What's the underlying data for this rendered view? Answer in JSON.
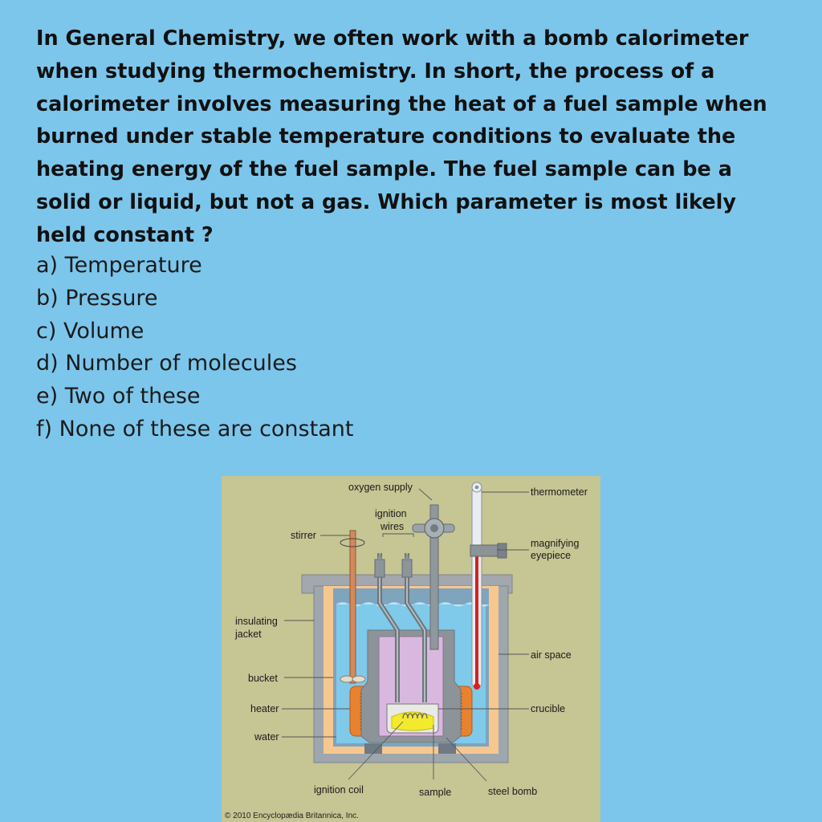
{
  "question": "In General Chemistry, we often work with a bomb calorimeter when studying thermochemistry. In short, the process of a calorimeter involves measuring the heat of a fuel sample when burned under stable temperature conditions to evaluate the heating energy of the fuel sample. The fuel sample can be a solid or liquid, but not a gas. Which parameter is most likely held constant ?",
  "options": [
    "a) Temperature",
    "b) Pressure",
    "c) Volume",
    "d) Number of molecules",
    "e) Two of these",
    "f) None of these are constant"
  ],
  "diagram": {
    "labels": {
      "oxygen_supply": "oxygen supply",
      "ignition_wires_1": "ignition",
      "ignition_wires_2": "wires",
      "thermometer": "thermometer",
      "stirrer": "stirrer",
      "magnifying_eyepiece_1": "magnifying",
      "magnifying_eyepiece_2": "eyepiece",
      "insulating_jacket_1": "insulating",
      "insulating_jacket_2": "jacket",
      "air_space": "air space",
      "bucket": "bucket",
      "crucible": "crucible",
      "heater": "heater",
      "water": "water",
      "ignition_coil": "ignition coil",
      "sample": "sample",
      "steel_bomb": "steel bomb"
    },
    "copyright": "© 2010 Encyclopædia Britannica, Inc.",
    "colors": {
      "panel": "#c6c594",
      "jacket": "#9ea7ad",
      "air_space": "#f6c890",
      "water": "#7fc9ea",
      "bomb": "#8d9499",
      "bomb_interior": "#d9b8df",
      "heater": "#e9822f",
      "sample": "#f3ea2e",
      "stirrer": "#d08a5e",
      "mercury": "#d62020"
    }
  }
}
